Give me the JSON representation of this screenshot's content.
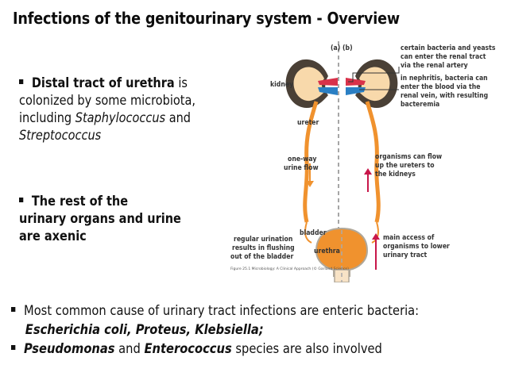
{
  "title": "Infections of the genitourinary system - Overview",
  "left_block_1": {
    "bold": "Distal tract of urethra",
    "rest_line1": " is",
    "line2": "colonized by some microbiota,",
    "line3_pre": "including ",
    "line3_italic": "Staphylococcus",
    "line3_post": " and",
    "line4_italic": "Streptococcus"
  },
  "left_block_2": {
    "line1": "The rest of the",
    "line2": "urinary organs and urine",
    "line3": "are axenic"
  },
  "bottom_bullets": {
    "b1_text": "Most common cause of urinary tract infections are enteric bacteria:",
    "b1_species": "Escherichia coli, Proteus, Klebsiella;",
    "b2_sp1": "Pseudomonas",
    "b2_mid": " and ",
    "b2_sp2": "Enterococcus",
    "b2_post": " species are also involved"
  },
  "figure": {
    "panel_a": "(a)",
    "panel_b": "(b)",
    "kidney": "kidney",
    "ureter": "ureter",
    "one_way_1": "one-way",
    "one_way_2": "urine flow",
    "bladder": "bladder",
    "urethra": "urethra",
    "regular_1": "regular urination",
    "regular_2": "results in flushing",
    "regular_3": "out of the bladder",
    "artery_1": "certain bacteria and yeasts",
    "artery_2": "can enter the renal tract",
    "artery_3": "via the renal artery",
    "neph_1": "in nephritis, bacteria can",
    "neph_2": "enter the blood via the",
    "neph_3": "renal vein, with resulting",
    "neph_4": "bacteremia",
    "up_1": "organisms can flow",
    "up_2": "up the ureters to",
    "up_3": "the kidneys",
    "main_1": "main access of",
    "main_2": "organisms to lower",
    "main_3": "urinary tract",
    "caption": "Figure 25.1 Microbiology: A Clinical Approach (© Garland Science)",
    "colors": {
      "orange": "#f0922e",
      "red": "#d8324a",
      "blue": "#2a7fc4",
      "kidney_dark": "#4a4036",
      "kidney_light": "#f8d9ab",
      "arrow_red": "#c8174a"
    }
  }
}
